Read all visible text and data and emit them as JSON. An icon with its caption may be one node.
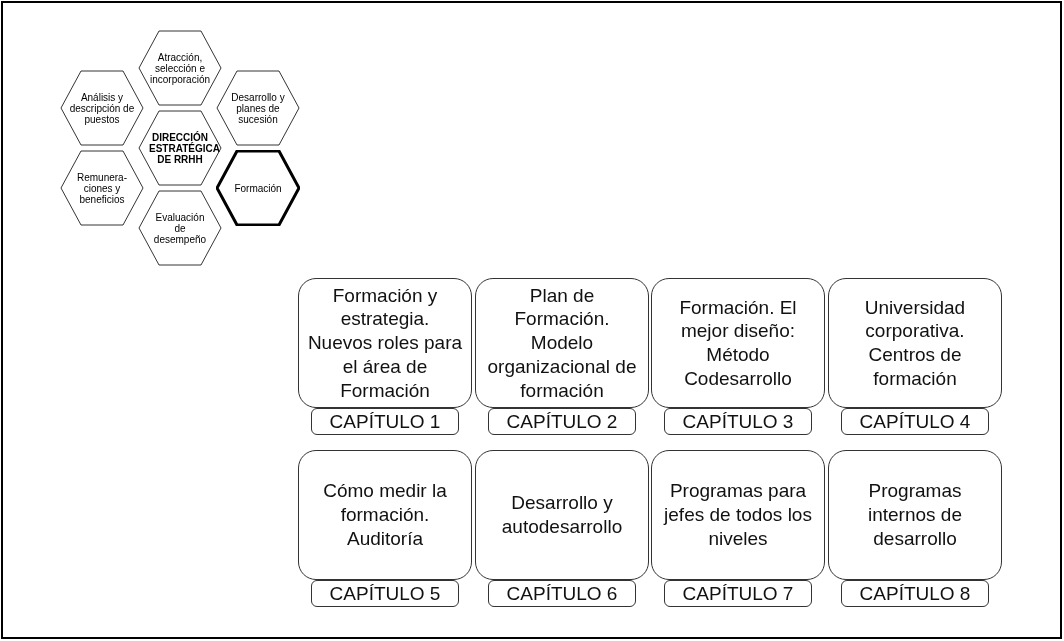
{
  "diagram": {
    "nodes": [
      {
        "text": [
          "Atracción, selección e incorporación"
        ]
      },
      {
        "text": [
          "Análisis y descripción de puestos"
        ]
      },
      {
        "text": [
          "Desarrollo y planes de sucesión"
        ]
      },
      {
        "text": [
          "DIRECCIÓN ESTRATÉGICA DE RRHH"
        ]
      },
      {
        "text": [
          "Remunera- ciones y beneficios"
        ]
      },
      {
        "text": [
          "Formación"
        ]
      },
      {
        "text": [
          "Evaluación de desempeño"
        ]
      },
      {
        "text": [
          "Formación y estrategia. Nuevos roles para el área de Formación"
        ]
      },
      {
        "text": [
          "CAPÍTULO 1"
        ]
      },
      {
        "text": [
          "Plan de Formación. Modelo organizacional de formación"
        ]
      },
      {
        "text": [
          "CAPÍTULO 2"
        ]
      },
      {
        "text": [
          "Formación. El mejor diseño: Método Codesarrollo"
        ]
      },
      {
        "text": [
          "CAPÍTULO 3"
        ]
      },
      {
        "text": [
          "Universidad corporativa. Centros de formación"
        ]
      },
      {
        "text": [
          "CAPÍTULO 4"
        ]
      },
      {
        "text": [
          "Cómo medir la formación. Auditoría"
        ]
      },
      {
        "text": [
          "CAPÍTULO 5"
        ]
      },
      {
        "text": [
          "Desarrollo y autodesarrollo"
        ]
      },
      {
        "text": [
          "CAPÍTULO 6"
        ]
      },
      {
        "text": [
          "Programas para jefes de todos los niveles"
        ]
      },
      {
        "text": [
          "CAPÍTULO 7"
        ]
      },
      {
        "text": [
          "Programas internos de desarrollo"
        ]
      },
      {
        "text": [
          "CAPÍTULO 8"
        ]
      }
    ]
  }
}
